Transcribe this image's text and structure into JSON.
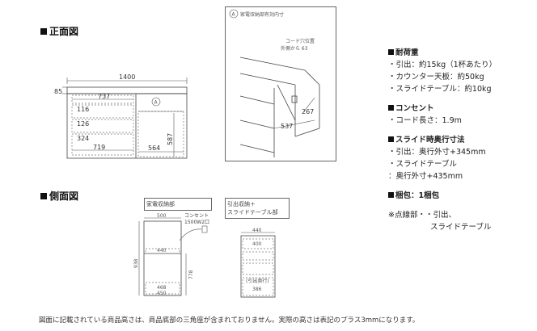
{
  "front_view": {
    "heading": "正面図",
    "width": "1400",
    "top_offset": "85",
    "drawer_width": "737",
    "shelf_heights": [
      "116",
      "126",
      "324"
    ],
    "bottom_width": "719",
    "right_width": "564",
    "height": "587",
    "marker": "A"
  },
  "detail": {
    "marker": "A",
    "title": "家電収納部有効内寸",
    "cord_hole_note_line1": "コード穴位置",
    "cord_hole_note_line2": "外側から 63",
    "dim_depth": "267",
    "dim_width": "537"
  },
  "side_view": {
    "heading": "側面図",
    "panel1": {
      "label": "家電収納部",
      "top": "500",
      "outlet_label_line1": "コンセント",
      "outlet_label_line2": "1500W2口",
      "inner_top": "440",
      "height": "938",
      "inner_height": "778",
      "inner_bottom": "468",
      "bottom": "450"
    },
    "panel2": {
      "label_line1": "引出収納＋",
      "label_line2": "スライドテーブル部",
      "top": "440",
      "inner": "400",
      "note": "(引出奥行)",
      "bottom": "386"
    }
  },
  "specs": {
    "load_title": "耐荷重",
    "load_items": [
      "・引出：約15kg（1杯あたり）",
      "・カウンター天板：約50kg",
      "・スライドテーブル：約10kg"
    ],
    "outlet_title": "コンセント",
    "outlet_items": [
      "・コード長さ：1.9m"
    ],
    "slide_title": "スライド時奥行寸法",
    "slide_items": [
      "・引出：奥行外寸+345mm",
      "・スライドテーブル",
      "：奥行外寸+435mm"
    ],
    "package": "梱包：1梱包",
    "note_line1": "※点線部・・引出、",
    "note_line2": "スライドテーブル"
  },
  "footer": "図面に記載されている商品高さは、商品底部の三角座が含まれておりません。実際の高さは表記のプラス3mmになります。"
}
